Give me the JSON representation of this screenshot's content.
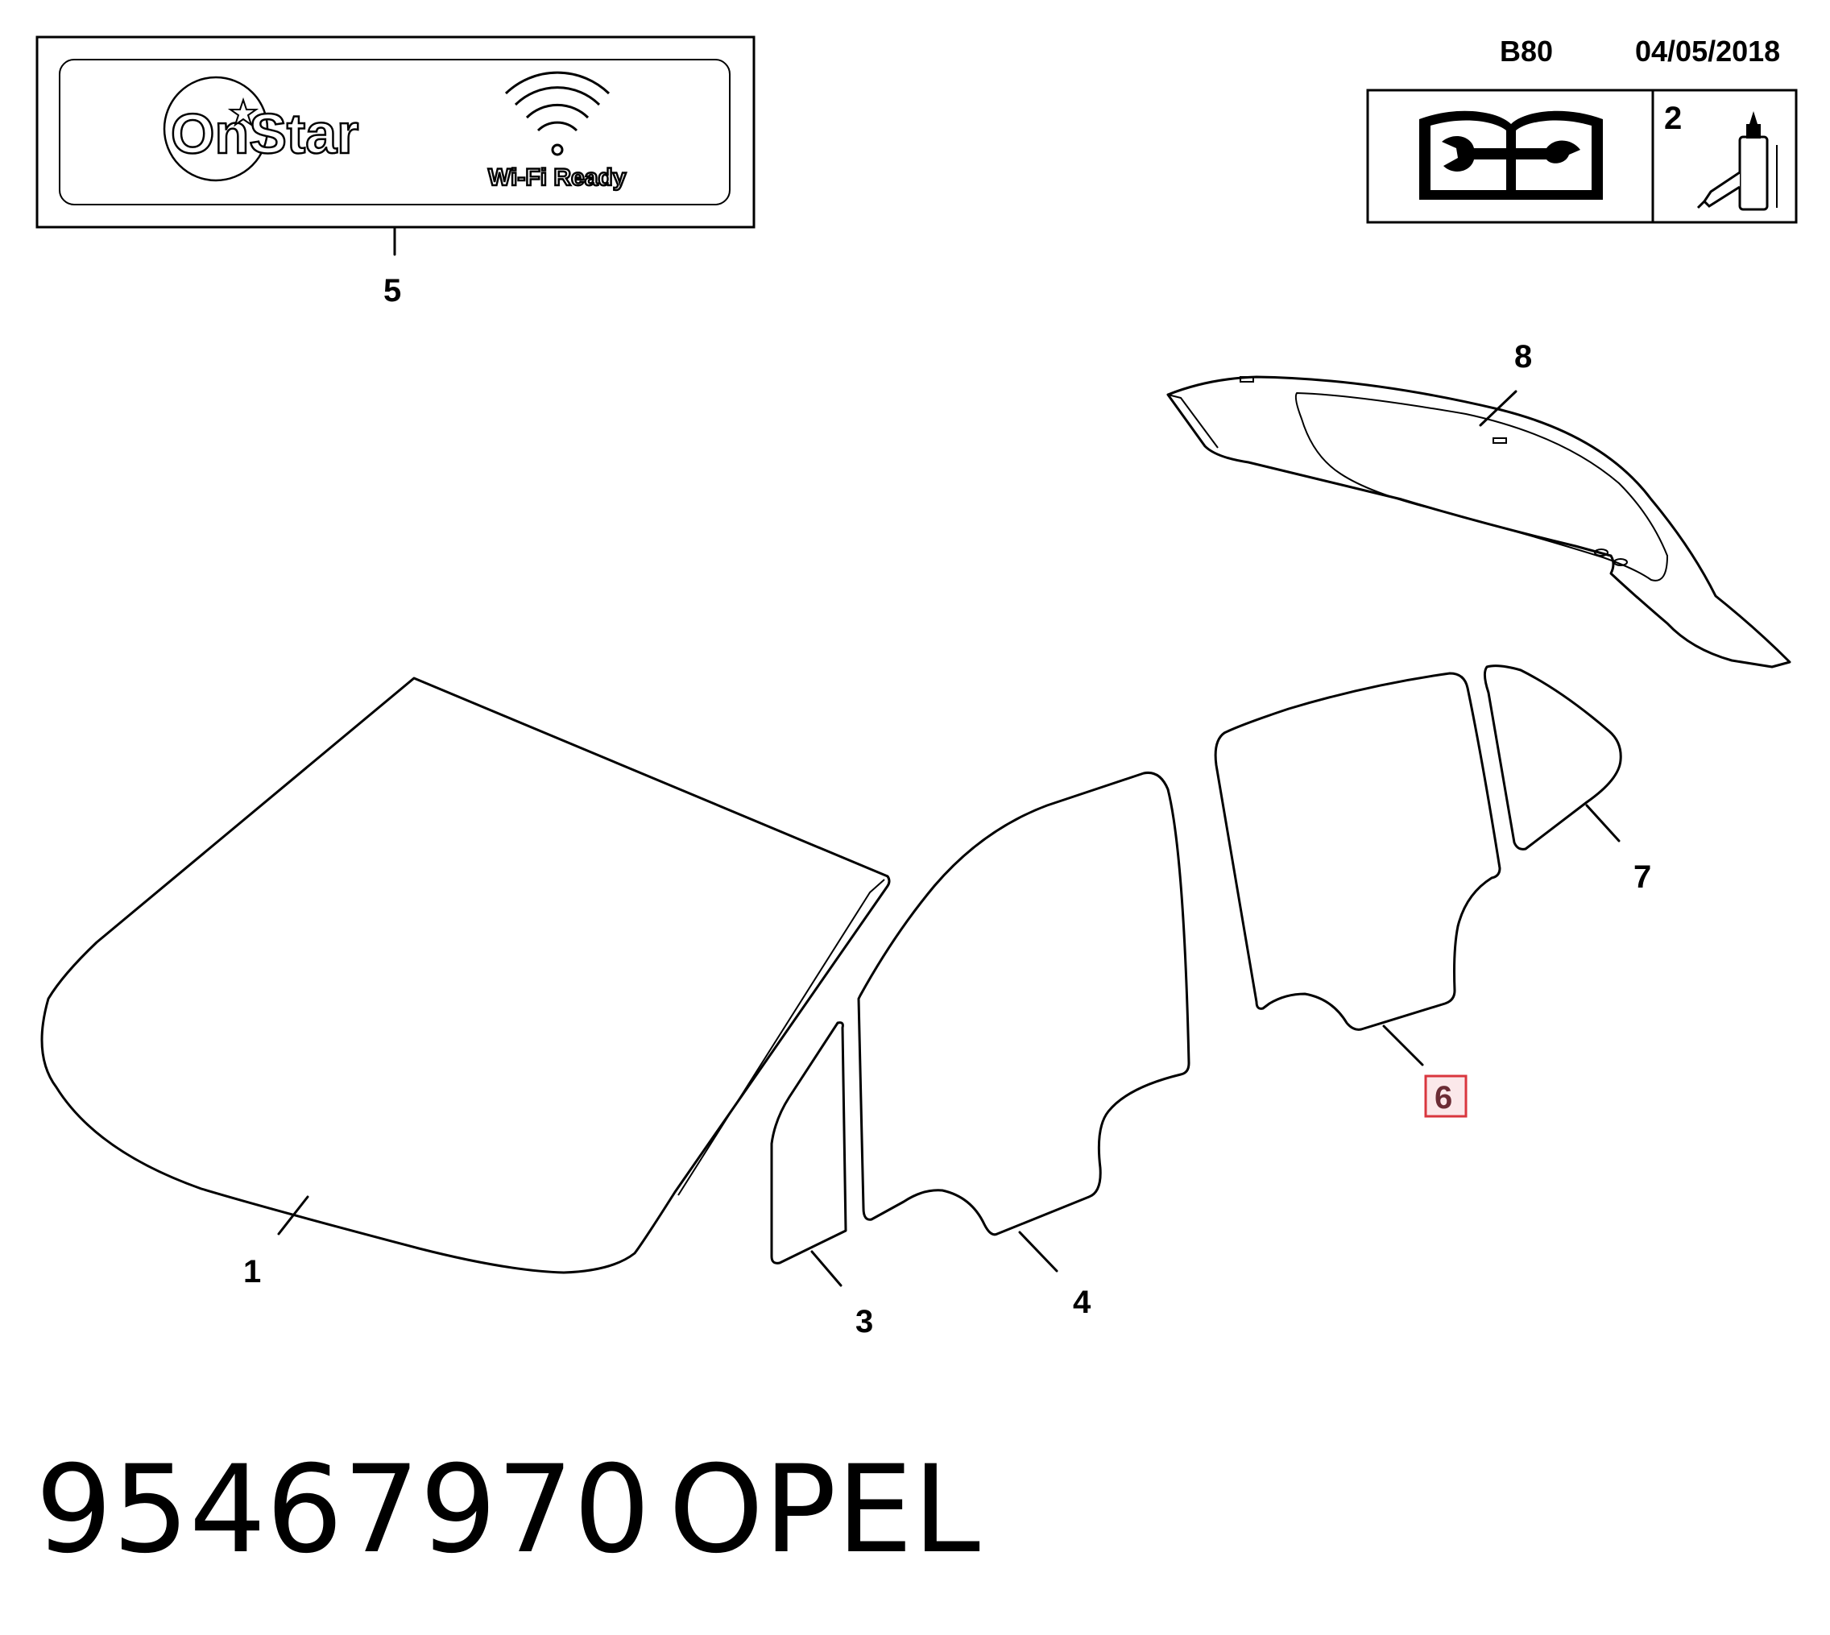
{
  "header": {
    "code": "B80",
    "date": "04/05/2018"
  },
  "decal": {
    "brand": "OnStar",
    "wifi_text": "Wi-Fi Ready"
  },
  "legend": {
    "box_number": "2"
  },
  "callouts": {
    "c1": "1",
    "c3": "3",
    "c4": "4",
    "c5": "5",
    "c6": "6",
    "c7": "7",
    "c8": "8"
  },
  "highlight_color": "#d9363e",
  "footer": {
    "part_number": "95467970",
    "brand": "OPEL"
  }
}
